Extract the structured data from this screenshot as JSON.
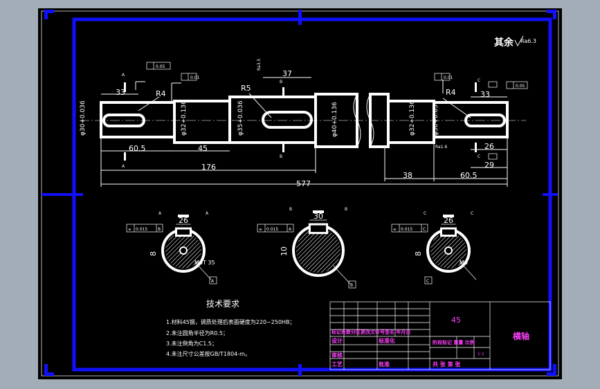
{
  "drawing": {
    "roughness_label": "其余",
    "roughness_value": "Ra6.3",
    "dimensions": {
      "d1": "33",
      "d2": "37",
      "d3": "33",
      "d4": "60.5",
      "d5": "45",
      "d6": "176",
      "d7": "38",
      "d8": "60.5",
      "d9": "26",
      "d10": "29",
      "d11": "577",
      "r1": "R4",
      "r2": "R5",
      "r3": "R4",
      "dia1": "φ30+0.036",
      "dia2": "φ32+0.136",
      "dia3": "φ35+0.036",
      "dia4": "φ40+0.136",
      "dia5": "φ32+0.136",
      "dia6": "φ30+0.036",
      "ra_top": "Ra3.5",
      "ra_bottom": "Ra1.6"
    },
    "sections": [
      {
        "tol": "0.015",
        "datum": "B",
        "width": "26",
        "label": "A",
        "note": "M6T 35",
        "box": "A",
        "side": "8",
        "side_label": "A"
      },
      {
        "tol": "0.015",
        "datum": "A",
        "width": "30",
        "label": "B",
        "note": "",
        "box": "B",
        "side": "10",
        "side_label": "B"
      },
      {
        "tol": "0.015",
        "datum": "C",
        "width": "26",
        "label": "C",
        "note": "M6",
        "box": "C",
        "side": "8",
        "side_label": "C"
      }
    ],
    "tech": {
      "title": "技术要求",
      "items": [
        "1.材料45钢，调质处理后表面硬度为220~250HB；",
        "2.未注圆角半径为R0.5；",
        "3.未注倒角为C1.5；",
        "4.未注尺寸公差按GB/T1804-m。"
      ]
    },
    "title_block": {
      "material": "45",
      "part_name": "横轴",
      "row1": "标记处数分区更改文件号签名 年月日",
      "row2": "设计",
      "row3": "标准化",
      "row4": "阶段标记 重量 比例",
      "row5": "审核",
      "row6": "工艺",
      "row7": "批准",
      "row8": "共 张 第 张",
      "scale": "1:1"
    }
  }
}
